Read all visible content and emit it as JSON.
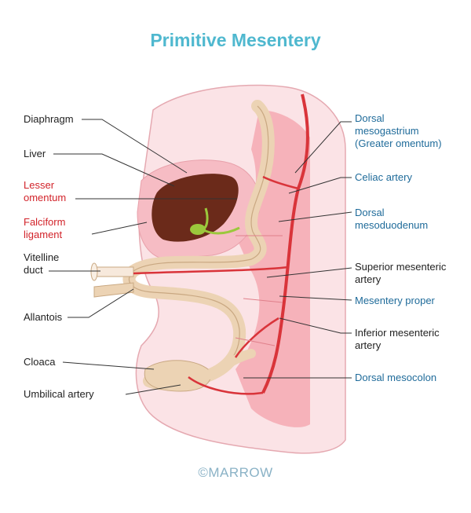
{
  "title": "Primitive Mesentery",
  "labels_left": {
    "diaphragm": "Diaphragm",
    "liver": "Liver",
    "lesser_omentum": "Lesser\nomentum",
    "falciform_ligament": "Falciform\nligament",
    "vitelline_duct": "Vitelline\nduct",
    "allantois": "Allantois",
    "cloaca": "Cloaca",
    "umbilical_artery": "Umbilical artery"
  },
  "labels_right": {
    "dorsal_mesogastrium": "Dorsal\nmesogastrium\n(Greater omentum)",
    "celiac_artery": "Celiac artery",
    "dorsal_mesoduodenum": "Dorsal\nmesoduodenum",
    "superior_mesenteric_artery": "Superior mesenteric\nartery",
    "mesentery_proper": "Mesentery proper",
    "inferior_mesenteric_artery": "Inferior mesenteric\nartery",
    "dorsal_mesocolon": "Dorsal mesocolon"
  },
  "watermark": "©MARROW",
  "colors": {
    "title": "#4fb8cf",
    "red_label": "#d2232a",
    "blue_label": "#1f6b9a",
    "dark_label": "#222222",
    "body_pink": "#f7c9cf",
    "mesentery_pink": "#f4a9b2",
    "gut_tan": "#ecd3b4",
    "liver_brown": "#6b2a1a",
    "gallbladder_green": "#9bc83c",
    "artery_red": "#d9343a"
  }
}
